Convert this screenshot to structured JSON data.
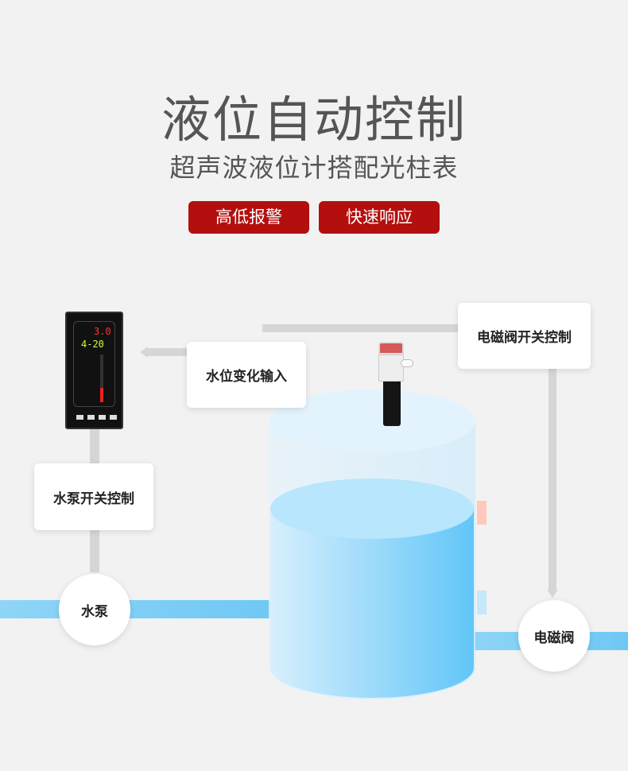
{
  "header": {
    "title": "液位自动控制",
    "subtitle": "超声波液位计搭配光柱表"
  },
  "badges": [
    "高低报警",
    "快速响应"
  ],
  "diagram": {
    "level_input_label": "水位变化输入",
    "valve_control_label": "电磁阀开关控制",
    "pump_control_label": "水泵开关控制",
    "pump_label": "水泵",
    "valve_label": "电磁阀",
    "display": {
      "value_top": "3.0",
      "value_bottom": "4-20",
      "bar_level_percent": 30
    }
  },
  "colors": {
    "badge": "#b40f0f",
    "water": "#6ec8f5",
    "text": "#555555"
  }
}
